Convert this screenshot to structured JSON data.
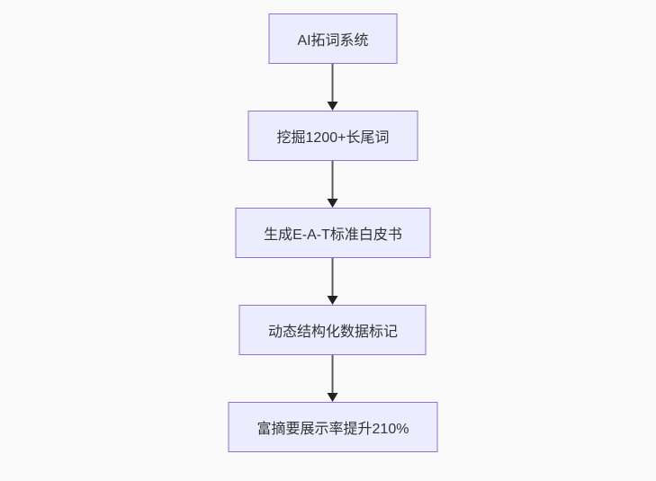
{
  "canvas": {
    "background_color": "#fafafa"
  },
  "diagram": {
    "type": "flowchart",
    "direction": "top-down",
    "style": {
      "node_fill": "#ECECFF",
      "node_border": "#9370DB",
      "node_text_color": "#333333",
      "arrow_line_color": "#5b5b5b",
      "arrowhead_color": "#222222"
    },
    "nodes": [
      {
        "id": "n1",
        "label": "AI拓词系统"
      },
      {
        "id": "n2",
        "label": "挖掘1200+长尾词"
      },
      {
        "id": "n3",
        "label": "生成E-A-T标准白皮书"
      },
      {
        "id": "n4",
        "label": "动态结构化数据标记"
      },
      {
        "id": "n5",
        "label": "富摘要展示率提升210%"
      }
    ],
    "edges": [
      {
        "from": "n1",
        "to": "n2"
      },
      {
        "from": "n2",
        "to": "n3"
      },
      {
        "from": "n3",
        "to": "n4"
      },
      {
        "from": "n4",
        "to": "n5"
      }
    ]
  }
}
